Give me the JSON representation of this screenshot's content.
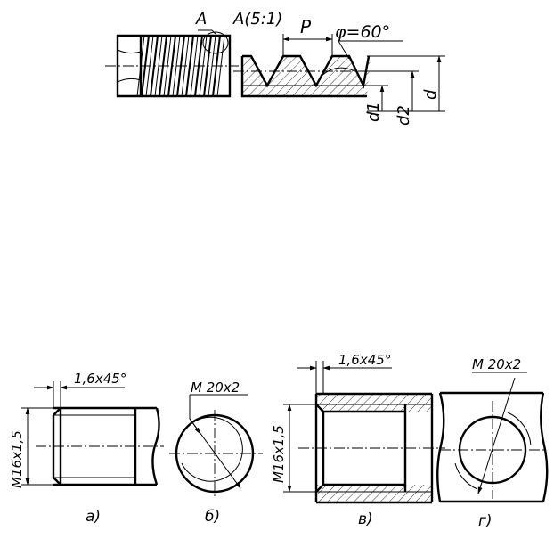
{
  "top": {
    "detail_label": "A",
    "view_label": "A(5:1)",
    "pitch_label": "P",
    "angle_label": "φ=60°",
    "d1_label": "d1",
    "d2_label": "d2",
    "d_label": "d"
  },
  "bottom": {
    "a": {
      "chamfer": "1,6x45°",
      "size": "M16x1,5",
      "caption": "а)"
    },
    "b": {
      "thread": "M 20x2",
      "caption": "б)"
    },
    "v": {
      "chamfer": "1,6x45°",
      "size": "M16x1,5",
      "caption": "в)"
    },
    "g": {
      "thread": "M 20x2",
      "caption": "г)"
    }
  }
}
